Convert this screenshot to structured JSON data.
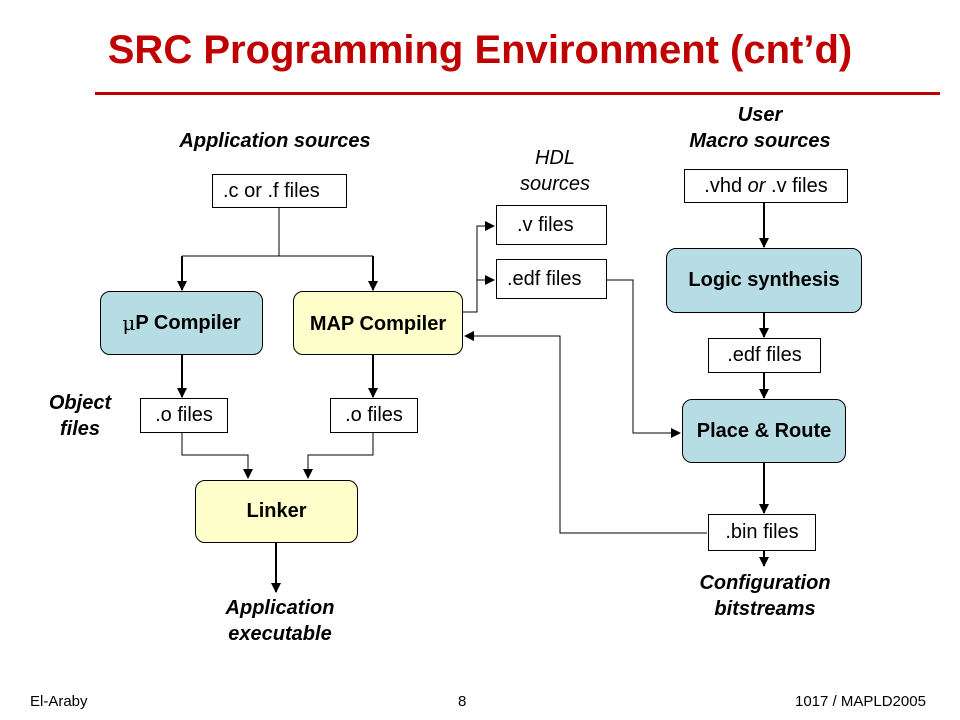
{
  "slide": {
    "title": "SRC Programming Environment (cnt’d)",
    "title_color": "#c00000"
  },
  "labels": {
    "application_sources": "Application sources",
    "user_macro_sources_line1": "User",
    "user_macro_sources_line2": "Macro sources",
    "hdl_sources_line1": "HDL",
    "hdl_sources_line2": "sources",
    "object_files_line1": "Object",
    "object_files_line2": "files",
    "application_executable_line1": "Application",
    "application_executable_line2": "executable",
    "configuration_bitstreams_line1": "Configuration",
    "configuration_bitstreams_line2": "bitstreams"
  },
  "files": {
    "c_or_f": ".c or .f  files",
    "v_files": ".v files",
    "edf_files_hdl": ".edf files",
    "vhd_prefix": ".vhd ",
    "vhd_or": "or",
    "vhd_suffix": " .v files",
    "edf_files_synth": ".edf  files",
    "o_files_left": ".o files",
    "o_files_right": ".o files",
    "bin_files": ".bin files"
  },
  "processes": {
    "up_compiler_mu": "μ",
    "up_compiler_rest": "P Compiler",
    "map_compiler": "MAP Compiler",
    "linker": "Linker",
    "logic_synthesis": "Logic synthesis",
    "place_route": "Place & Route"
  },
  "colors": {
    "process_blue": "#b7dde4",
    "process_yellow": "#ffffcc"
  },
  "footer": {
    "left": "El-Araby",
    "center": "8",
    "right": "1017 / MAPLD2005"
  }
}
